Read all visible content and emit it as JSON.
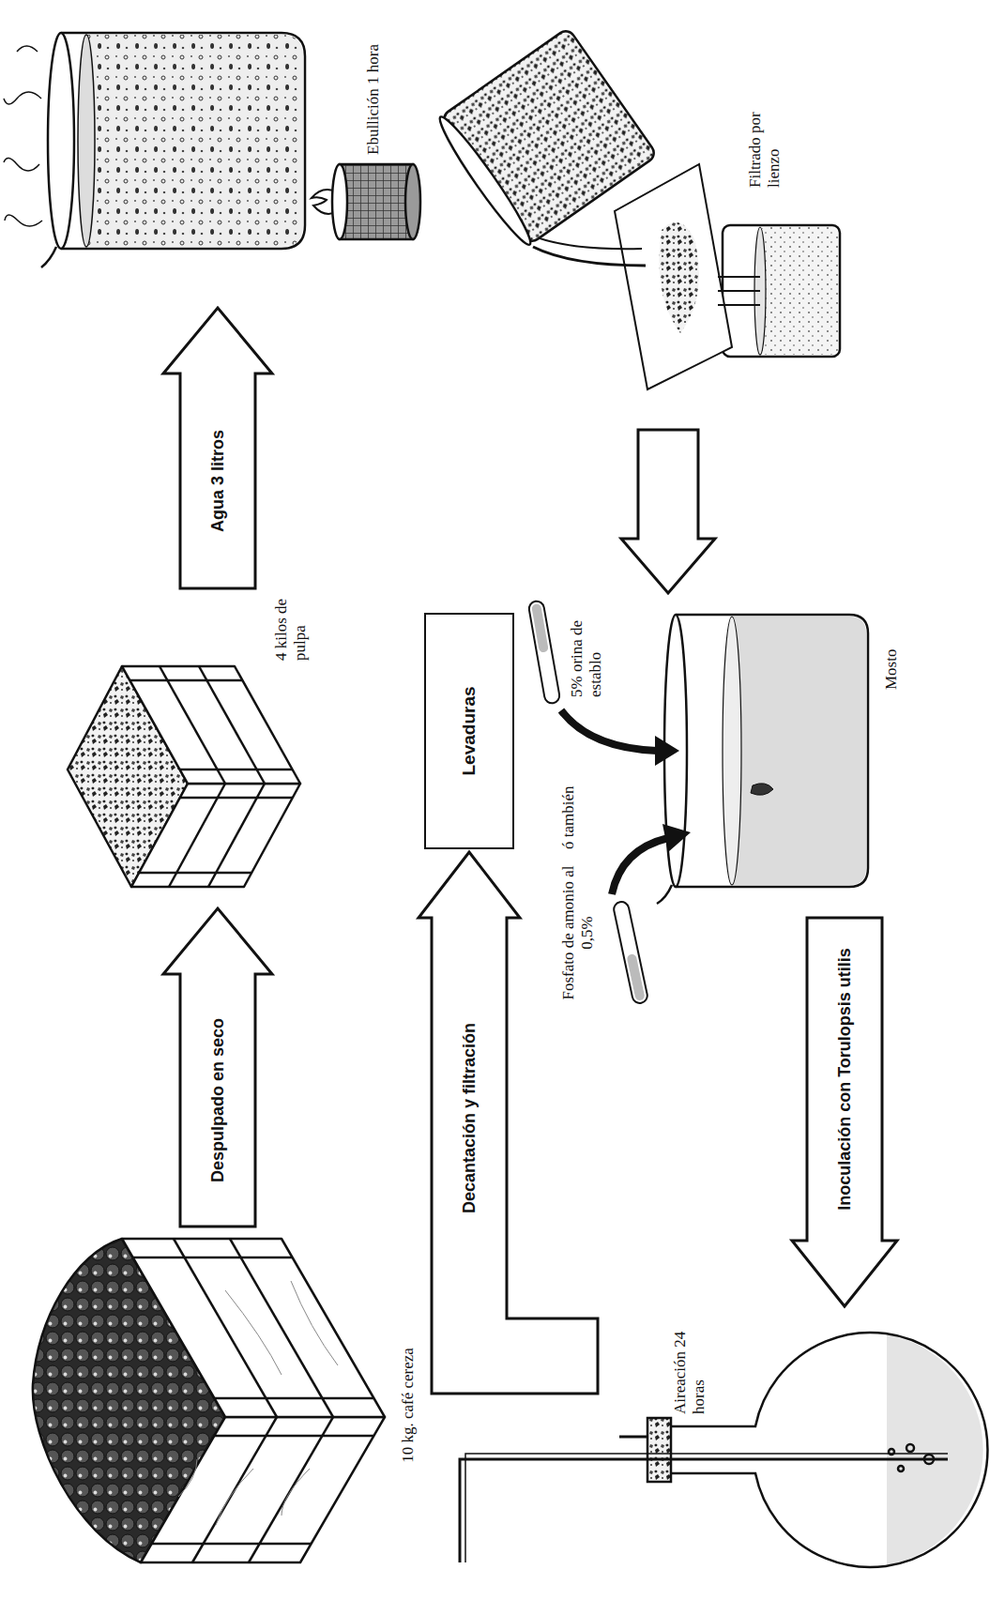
{
  "diagram": {
    "nodes": [
      {
        "text": [
          "10 kg. café cereza"
        ]
      },
      {
        "text": [
          "4 kilos de pulpa"
        ]
      },
      {
        "text": [
          "Ebullición 1 hora"
        ]
      },
      {
        "text": [
          "Filtrado por lienzo"
        ]
      },
      {
        "text": [
          "Mosto"
        ]
      },
      {
        "text": [
          "Aireación 24 horas"
        ]
      },
      {
        "text": [
          "Levaduras"
        ]
      }
    ],
    "edges": [
      {
        "from": 0,
        "to": 1,
        "label": "Despulpado en seco",
        "arrow": "to"
      },
      {
        "from": 1,
        "to": 2,
        "label": "Agua 3 litros",
        "arrow": "to"
      },
      {
        "from": 3,
        "to": 4,
        "arrow": "to"
      },
      {
        "from": 4,
        "to": 5,
        "label": "Inoculación con Torulopsis utilis",
        "arrow": "to"
      },
      {
        "from": 5,
        "to": 6,
        "label": "Decantación y filtración",
        "arrow": "to"
      }
    ],
    "labels": [
      "5% orina de establo",
      "Fosfato de amonio al 0,5%",
      "ó también"
    ]
  }
}
